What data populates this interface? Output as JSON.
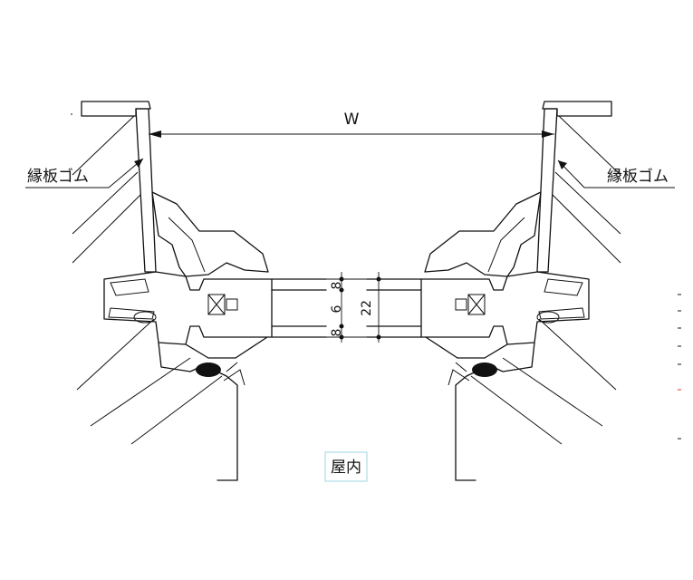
{
  "labels": {
    "width_dim": "W",
    "gasket_left": "縁板ゴム",
    "gasket_right": "縁板ゴム",
    "interior": "屋内"
  },
  "glass_dims": {
    "outer_top": "8",
    "middle": "6",
    "outer_bottom": "8",
    "total": "22"
  }
}
